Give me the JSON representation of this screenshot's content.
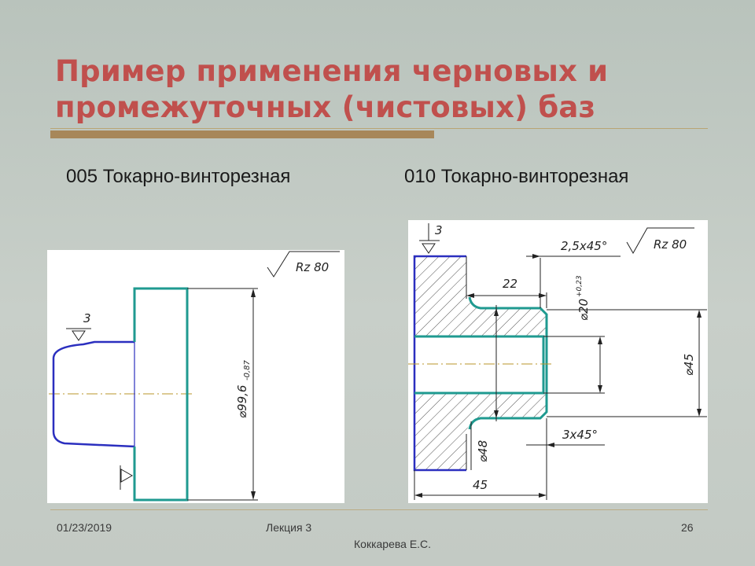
{
  "slide": {
    "title_line1": "Пример применения черновых и",
    "title_line2": "промежуточных (чистовых) баз",
    "operations": [
      {
        "label": "005 Токарно-винторезная"
      },
      {
        "label": "010 Токарно-винторезная"
      }
    ]
  },
  "drawing_left": {
    "roughness": "Rz 80",
    "datum_number": "3",
    "diameter_main": "⌀99,6",
    "diameter_tol": "-0,87"
  },
  "drawing_right": {
    "datum_number": "3",
    "chamfer_top": "2,5x45°",
    "roughness": "Rz 80",
    "length_22": "22",
    "diameter_20": "⌀20",
    "diameter_20_tol": "+0,23",
    "diameter_45": "⌀45",
    "chamfer_bottom": "3x45°",
    "diameter_48": "⌀48",
    "length_45": "45"
  },
  "footer": {
    "date": "01/23/2019",
    "lecture": "Лекция 3",
    "author": "Коккарева Е.С.",
    "page": "26"
  },
  "colors": {
    "title": "#c0504d",
    "contour_teal": "#1f9a90",
    "contour_blue": "#2b2fbf",
    "axis": "#b8952a"
  }
}
